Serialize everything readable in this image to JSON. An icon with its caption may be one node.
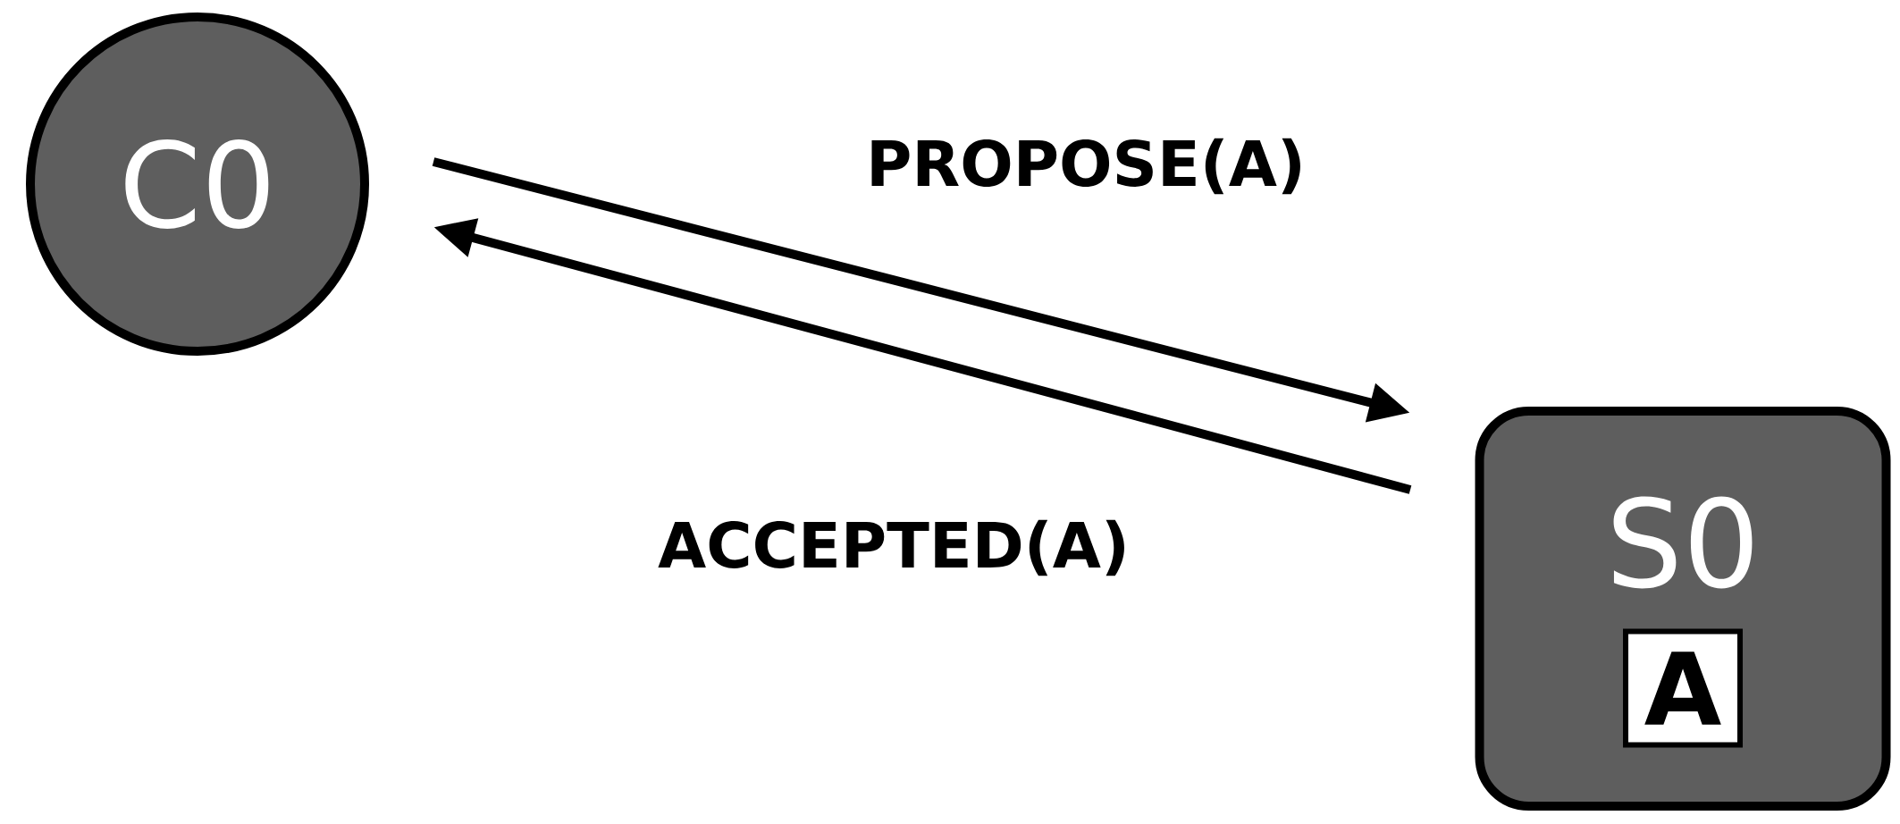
{
  "diagram": {
    "nodes": [
      {
        "text": [
          "C0"
        ]
      },
      {
        "text": [
          "S0"
        ]
      },
      {
        "text": [
          "A"
        ],
        "in": 1
      }
    ],
    "edges": [
      {
        "from": 0,
        "to": 1,
        "arrow": "to",
        "label": "PROPOSE(A)"
      },
      {
        "from": 1,
        "to": 0,
        "arrow": "to",
        "label": "ACCEPTED(A)"
      }
    ]
  }
}
